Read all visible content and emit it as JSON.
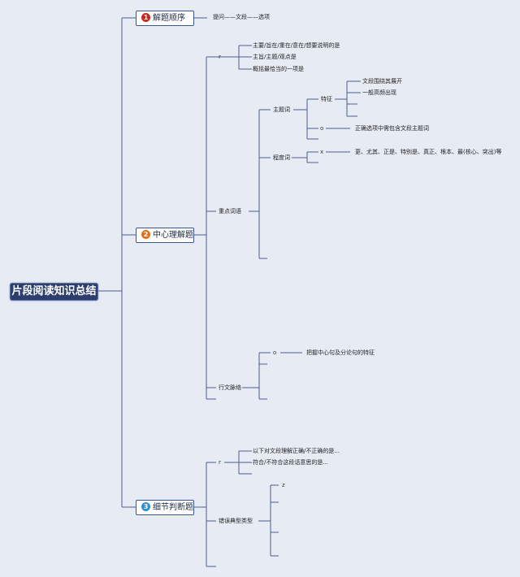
{
  "root": {
    "label": "片段阅读知识总结"
  },
  "branches": [
    {
      "num": "1",
      "label": "解题顺序",
      "color": "#c8281e"
    },
    {
      "num": "2",
      "label": "中心理解题",
      "color": "#e0701c"
    },
    {
      "num": "3",
      "label": "细节判断题",
      "color": "#2f8fd4"
    }
  ],
  "order_note": "提问——文段——选项",
  "center": {
    "glyph_r": "r",
    "question_forms": [
      "主要/旨在/重在/意在/想要说明的是",
      "主旨/主题/观点是",
      "概括最恰当的一项是"
    ],
    "key_words": "重点词语",
    "subject_word": "主题词",
    "feature": "特征",
    "feature_items": [
      "文段围绕其展开",
      "一般高频出现"
    ],
    "glyph_o": "o",
    "subject_rule": "正确选项中需包含文段主题词",
    "degree_word": "程度词",
    "glyph_x": "x",
    "degree_items": "更、尤其、正是、特别是、真正、根本、最(核心、突出)等",
    "flow": "行文脉络",
    "flow_glyph": "o",
    "flow_note": "把握中心句及分论句的特征"
  },
  "detail": {
    "glyph_r": "r",
    "question_forms": [
      "以下对文段理解正确/不正确的是...",
      "符合/不符合这段话意思的是..."
    ],
    "error_types": "错误典型类型",
    "glyph_z": "z"
  }
}
